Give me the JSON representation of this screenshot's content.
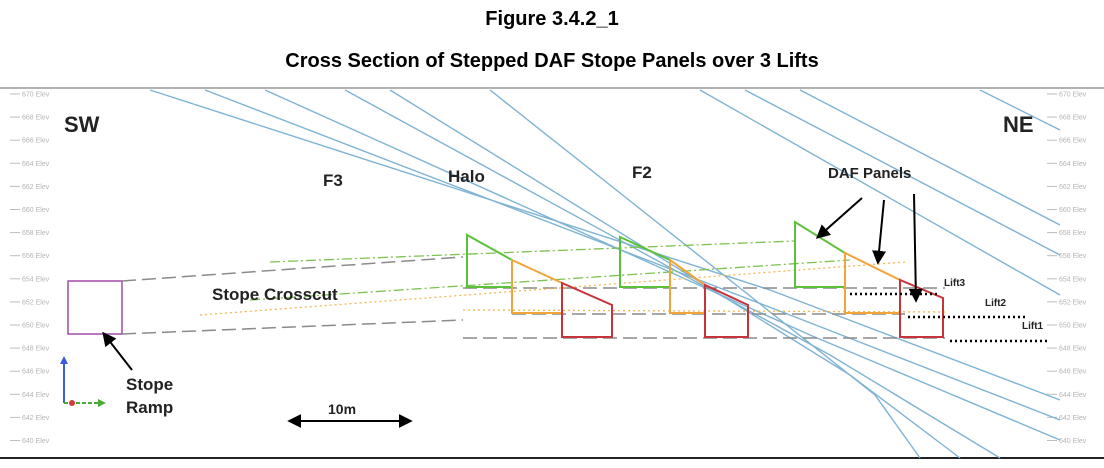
{
  "figure": {
    "number": "Figure 3.4.2_1",
    "title": "Cross Section of Stepped DAF Stope Panels over 3 Lifts"
  },
  "labels": {
    "sw": "SW",
    "ne": "NE",
    "f3": "F3",
    "halo": "Halo",
    "f2": "F2",
    "daf_panels": "DAF Panels",
    "stope_crosscut": "Stope Crosscut",
    "stope_ramp_1": "Stope",
    "stope_ramp_2": "Ramp",
    "lift3": "Lift3",
    "lift2": "Lift2",
    "lift1": "Lift1",
    "scale": "10m"
  },
  "elevation_labels_left": [
    "670 Elev",
    "668 Elev",
    "666 Elev",
    "664 Elev",
    "662 Elev",
    "660 Elev",
    "658 Elev",
    "656 Elev",
    "654 Elev",
    "652 Elev",
    "650 Elev",
    "648 Elev",
    "646 Elev",
    "644 Elev",
    "642 Elev",
    "640 Elev"
  ],
  "elevation_labels_right": [
    "670 Elev",
    "668 Elev",
    "666 Elev",
    "664 Elev",
    "662 Elev",
    "660 Elev",
    "658 Elev",
    "656 Elev",
    "654 Elev",
    "652 Elev",
    "650 Elev",
    "648 Elev",
    "646 Elev",
    "644 Elev",
    "642 Elev",
    "640 Elev"
  ],
  "colors": {
    "fault_line": "#7fb3d3",
    "panel_green": "#5cc13a",
    "panel_orange": "#f0a43a",
    "panel_red": "#c8323a",
    "ramp": "#a24aa8",
    "dash_grey": "#8a8a8a",
    "dash_green": "#7cc24e",
    "dot_orange": "#f5b54a"
  }
}
